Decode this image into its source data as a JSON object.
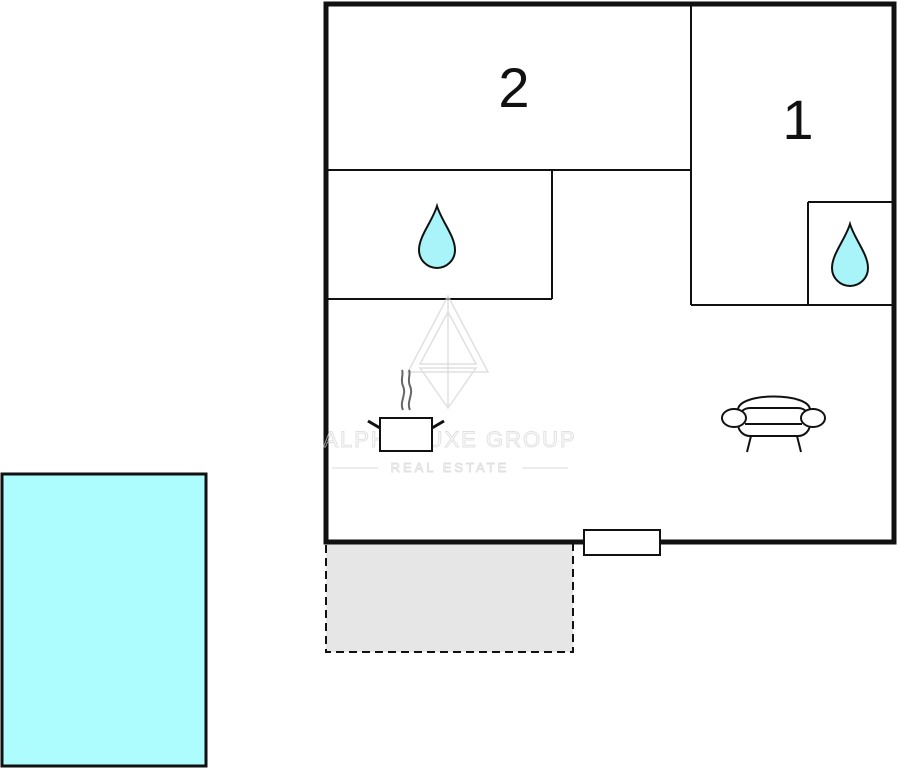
{
  "rooms": {
    "bedroom_2": {
      "label": "2"
    },
    "bedroom_1": {
      "label": "1"
    }
  },
  "watermark": {
    "line1": "ALPHA LUXE GROUP",
    "line2": "REAL ESTATE"
  },
  "icons": {
    "bathroom_left": "water-drop-icon",
    "bathroom_right": "water-drop-icon",
    "kitchen": "cooking-pot-icon",
    "living": "sofa-icon"
  },
  "colors": {
    "wall": "#111111",
    "water": "#a8f4f8",
    "pool": "#adfdff",
    "terrace": "#e6e6e6",
    "watermark": "#d4d4d4"
  }
}
